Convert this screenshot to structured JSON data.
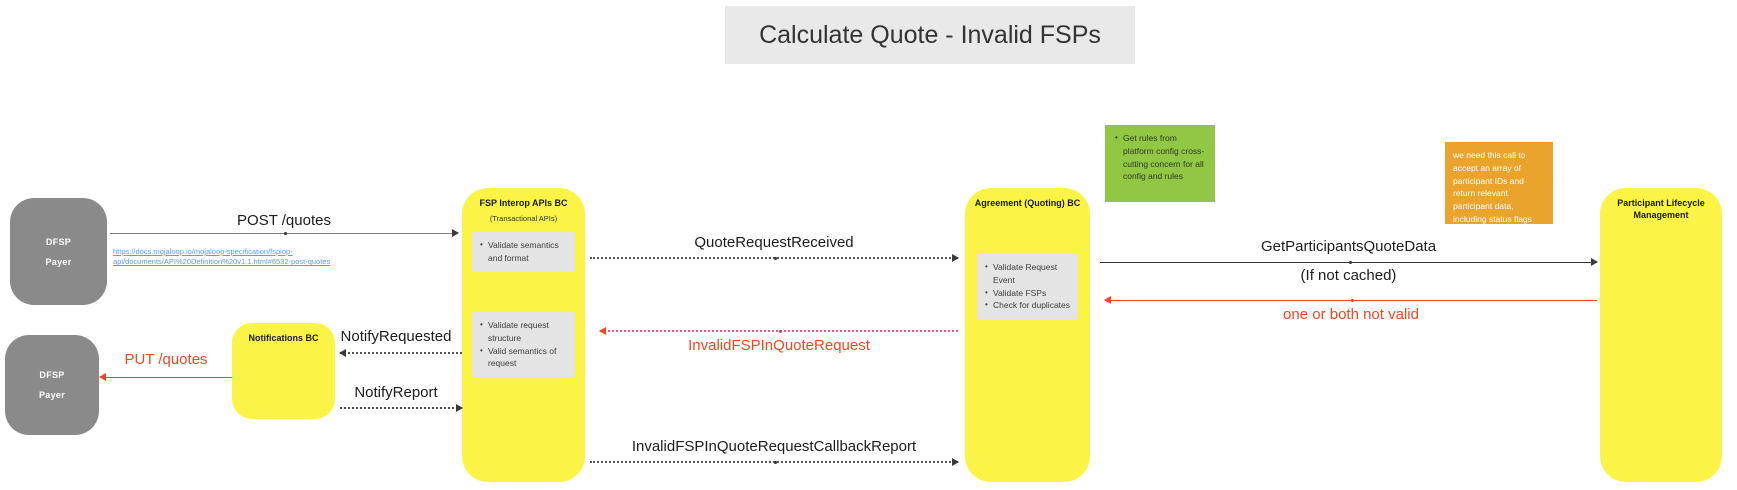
{
  "title": "Calculate Quote - Invalid FSPs",
  "colors": {
    "sticky_yellow": "#fbf447",
    "actor_gray": "#8a8a8a",
    "note_green": "#90c844",
    "note_orange": "#eba42b",
    "alert_red": "#f24822",
    "link_blue": "#5e9ce6"
  },
  "actors": {
    "dfsp_payer_top": {
      "line1": "DFSP",
      "line2": "Payer"
    },
    "dfsp_payer_bottom": {
      "line1": "DFSP",
      "line2": "Payer"
    },
    "notifications": {
      "label": "Notifications BC"
    },
    "fsp_interop": {
      "label": "FSP Interop APIs BC",
      "sublabel": "(Transactional APIs)",
      "box1_items": [
        "Validate semantics and format"
      ],
      "box2_items": [
        "Validate request structure",
        "Valid semantics of request"
      ]
    },
    "agreement": {
      "label": "Agreement (Quoting) BC",
      "box_items": [
        "Validate Request Event",
        "Validate FSPs",
        "Check for duplicates"
      ]
    },
    "plm": {
      "label": "Participant Lifecycle Management"
    }
  },
  "notes": {
    "green_items": [
      "Get rules from platform config cross-cutting concern for all config and rules"
    ],
    "orange_text": "we need this call to accept an array of participant IDs and return relevant participant data, including status flags"
  },
  "messages": {
    "post_quotes": "POST /quotes",
    "spec_link_line1": "https://docs.mojaloop.io/mojaloop-specification/fspiop-",
    "spec_link_line2": "api/documents/API%20Definition%20v1.1.html#6532-post-quotes",
    "quote_request_received": "QuoteRequestReceived",
    "invalid_fsp_in_quote_request": "InvalidFSPInQuoteRequest",
    "get_participants_quote_data": "GetParticipantsQuoteData",
    "if_not_cached": "(If not cached)",
    "one_or_both_not_valid": "one or both not valid",
    "notify_requested": "NotifyRequested",
    "notify_report": "NotifyReport",
    "put_quotes": "PUT /quotes",
    "invalid_fsp_callback_report": "InvalidFSPInQuoteRequestCallbackReport"
  }
}
